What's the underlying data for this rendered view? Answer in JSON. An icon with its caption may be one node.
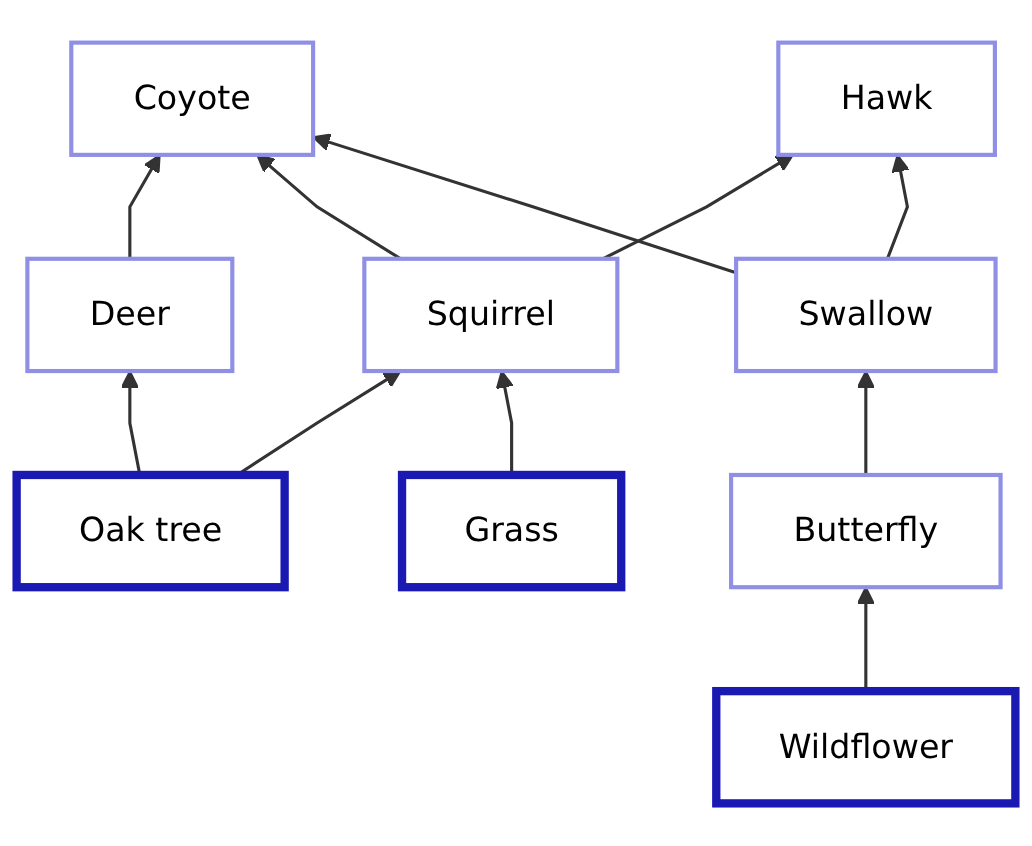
{
  "diagram": {
    "nodes": [
      {
        "text": [
          "Coyote"
        ]
      },
      {
        "text": [
          "Hawk"
        ]
      },
      {
        "text": [
          "Deer"
        ]
      },
      {
        "text": [
          "Swallow"
        ]
      },
      {
        "text": [
          "Squirrel"
        ]
      },
      {
        "text": [
          "Butterfly"
        ]
      },
      {
        "text": [
          "Oak tree"
        ]
      },
      {
        "text": [
          "Grass"
        ]
      },
      {
        "text": [
          "Wildflower"
        ]
      }
    ],
    "edges": [
      {
        "from": 2,
        "to": 0,
        "arrow": "to"
      },
      {
        "from": 4,
        "to": 0,
        "arrow": "to"
      },
      {
        "from": 3,
        "to": 0,
        "arrow": "to"
      },
      {
        "from": 4,
        "to": 1,
        "arrow": "to"
      },
      {
        "from": 3,
        "to": 1,
        "arrow": "to"
      },
      {
        "from": 5,
        "to": 3,
        "arrow": "to"
      },
      {
        "from": 8,
        "to": 5,
        "arrow": "to"
      },
      {
        "from": 6,
        "to": 2,
        "arrow": "to"
      },
      {
        "from": 6,
        "to": 4,
        "arrow": "to"
      },
      {
        "from": 7,
        "to": 4,
        "arrow": "to"
      }
    ]
  }
}
